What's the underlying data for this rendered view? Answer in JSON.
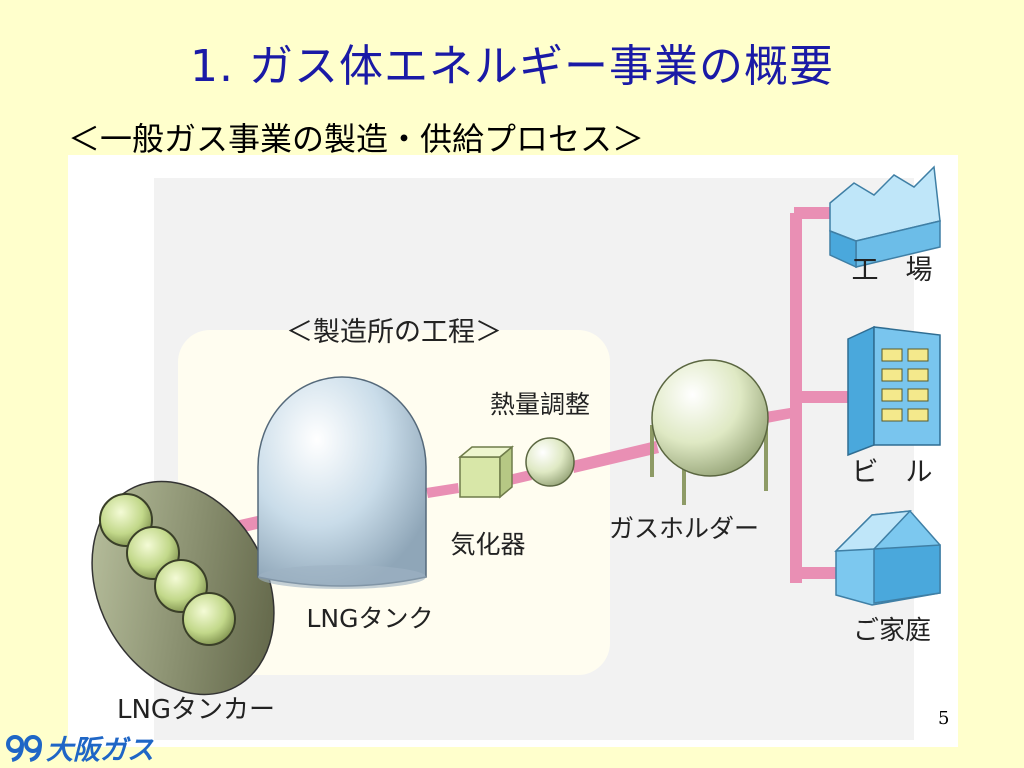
{
  "slide": {
    "title": "1. ガス体エネルギー事業の概要",
    "subtitle": "＜一般ガス事業の製造・供給プロセス＞",
    "page_number": "5"
  },
  "diagram": {
    "plant_section_label": "＜製造所の工程＞",
    "nodes": {
      "lng_tanker": "LNGタンカー",
      "lng_tank": "LNGタンク",
      "vaporizer": "気化器",
      "heat_adjustment": "熱量調整",
      "gas_holder": "ガスホルダー",
      "factory": "工　場",
      "building": "ビ　ル",
      "home": "ご家庭"
    },
    "colors": {
      "pipe": "#e98fb4",
      "tank": "#c9dce9",
      "sphere": "#dfe9c4",
      "end_user": "#7cc8ef",
      "plant_area": "#fffdf0",
      "diagram_bg": "#f2f2f2"
    }
  },
  "logo": {
    "text": "大阪ガス",
    "icon": "osaka-gas-logo-icon"
  }
}
